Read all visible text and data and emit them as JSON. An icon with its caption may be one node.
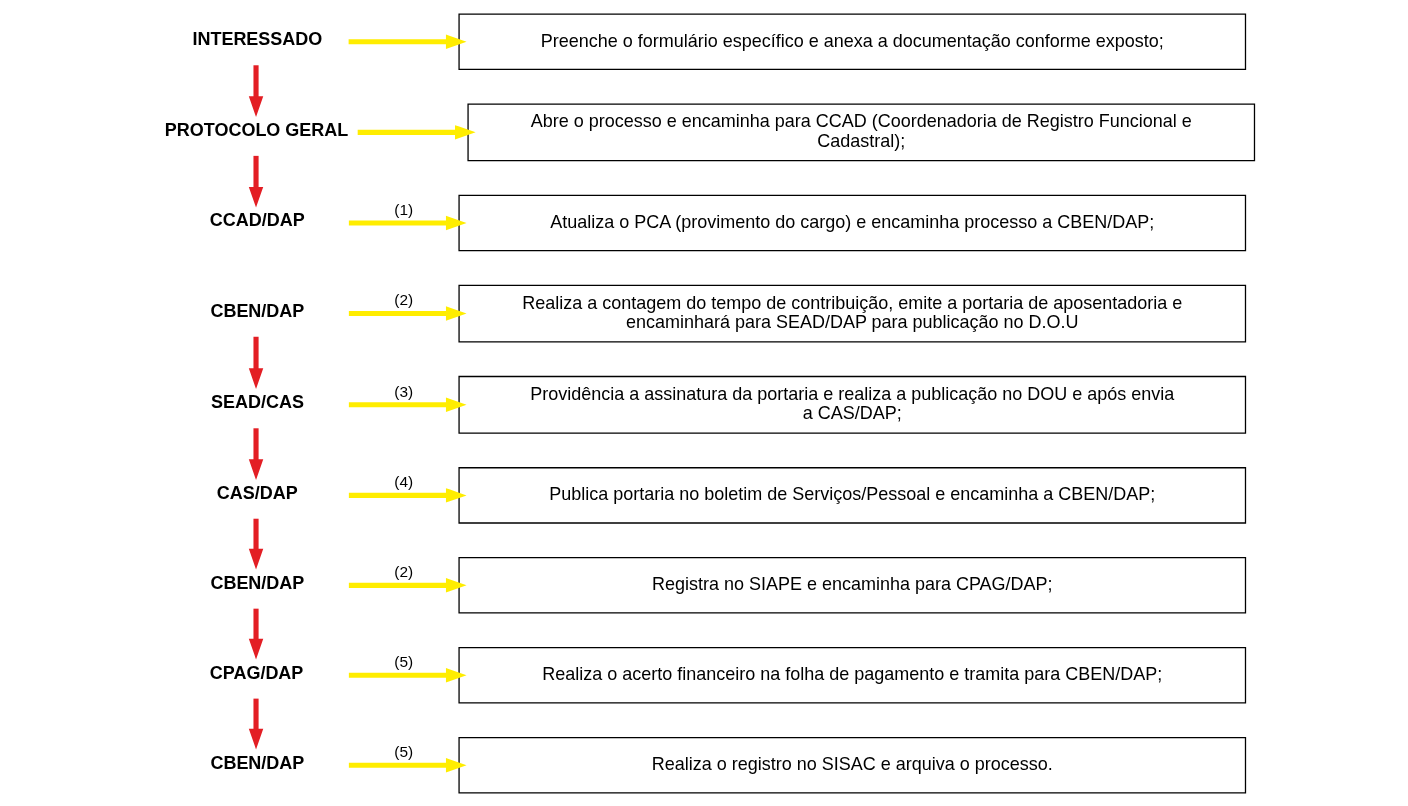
{
  "diagram": {
    "nodes": [
      {
        "text": [
          "INTERESSADO"
        ]
      },
      {
        "text": [
          "Preenche o formulário específico e anexa a documentação conforme exposto;"
        ]
      },
      {
        "text": [
          "PROTOCOLO GERAL"
        ]
      },
      {
        "text": [
          "Abre o processo e encaminha para CCAD (Coordenadoria de Registro Funcional e Cadastral);"
        ]
      },
      {
        "text": [
          "CCAD/DAP"
        ]
      },
      {
        "text": [
          "Atualiza o PCA (provimento do cargo) e encaminha processo a CBEN/DAP;"
        ]
      },
      {
        "text": [
          "CBEN/DAP"
        ]
      },
      {
        "text": [
          "Realiza a contagem do tempo de contribuição, emite a portaria de aposentadoria e encaminhará para SEAD/DAP para publicação no D.O.U"
        ]
      },
      {
        "text": [
          "SEAD/CAS"
        ]
      },
      {
        "text": [
          "Providência a assinatura da portaria e realiza a publicação no DOU e após envia a CAS/DAP;"
        ]
      },
      {
        "text": [
          "CAS/DAP"
        ]
      },
      {
        "text": [
          "Publica portaria no boletim de Serviços/Pessoal e encaminha a CBEN/DAP;"
        ]
      },
      {
        "text": [
          "CBEN/DAP"
        ]
      },
      {
        "text": [
          "Registra no SIAPE e encaminha para CPAG/DAP;"
        ]
      },
      {
        "text": [
          "CPAG/DAP"
        ]
      },
      {
        "text": [
          "Realiza o acerto financeiro na folha de pagamento e tramita para CBEN/DAP;"
        ]
      },
      {
        "text": [
          "CBEN/DAP"
        ]
      },
      {
        "text": [
          "Realiza o registro no SISAC e arquiva o processo."
        ]
      }
    ],
    "edges": [
      {
        "from": 0,
        "to": 1,
        "arrow": "to",
        "color": "#ffed00"
      },
      {
        "from": 0,
        "to": 2,
        "arrow": "to",
        "color": "#e31e24"
      },
      {
        "from": 2,
        "to": 3,
        "arrow": "to",
        "color": "#ffed00"
      },
      {
        "from": 2,
        "to": 4,
        "arrow": "to",
        "color": "#e31e24"
      },
      {
        "from": 4,
        "to": 5,
        "arrow": "to",
        "color": "#ffed00",
        "label": "(1)"
      },
      {
        "from": 6,
        "to": 7,
        "arrow": "to",
        "color": "#ffed00",
        "label": "(2)"
      },
      {
        "from": 6,
        "to": 8,
        "arrow": "to",
        "color": "#e31e24"
      },
      {
        "from": 8,
        "to": 9,
        "arrow": "to",
        "color": "#ffed00",
        "label": "(3)"
      },
      {
        "from": 8,
        "to": 10,
        "arrow": "to",
        "color": "#e31e24"
      },
      {
        "from": 10,
        "to": 11,
        "arrow": "to",
        "color": "#ffed00",
        "label": "(4)"
      },
      {
        "from": 10,
        "to": 12,
        "arrow": "to",
        "color": "#e31e24"
      },
      {
        "from": 12,
        "to": 13,
        "arrow": "to",
        "color": "#ffed00",
        "label": "(2)"
      },
      {
        "from": 12,
        "to": 14,
        "arrow": "to",
        "color": "#e31e24"
      },
      {
        "from": 14,
        "to": 15,
        "arrow": "to",
        "color": "#ffed00",
        "label": "(5)"
      },
      {
        "from": 14,
        "to": 16,
        "arrow": "to",
        "color": "#e31e24"
      },
      {
        "from": 16,
        "to": 17,
        "arrow": "to",
        "color": "#ffed00",
        "label": "(5)"
      }
    ]
  }
}
